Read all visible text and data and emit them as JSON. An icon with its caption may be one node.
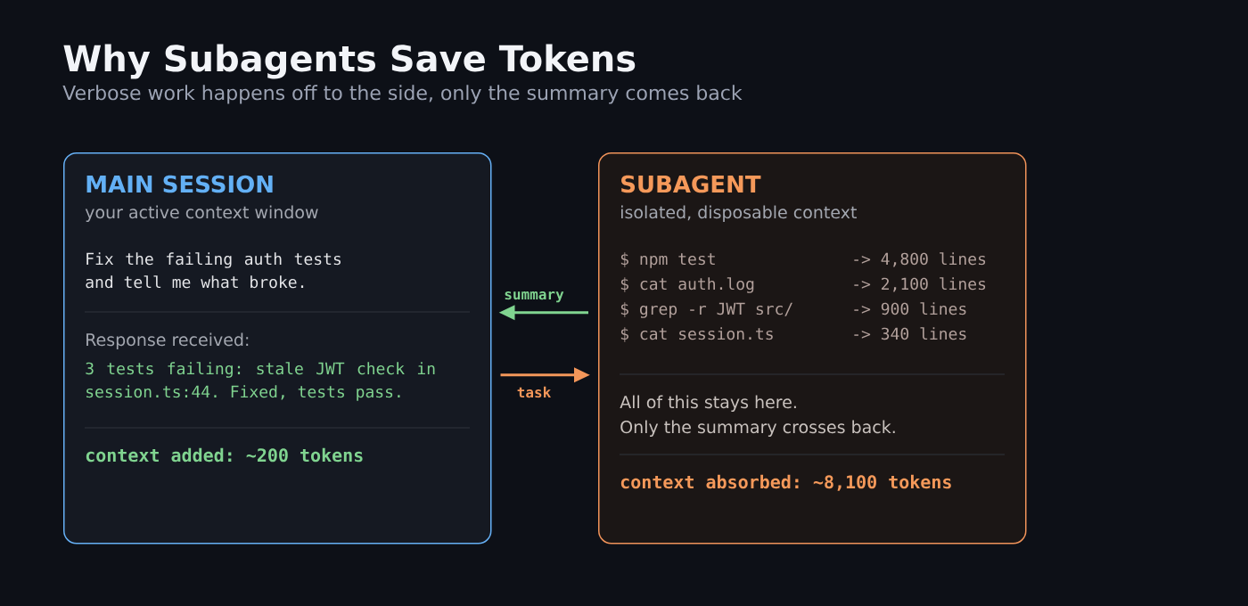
{
  "diagram": {
    "title": "Why Subagents Save Tokens",
    "nodes": [
      {
        "text": [
          "MAIN SESSION",
          "your active context window",
          "Fix the failing auth tests and tell me what broke.",
          "Response received:",
          "3 tests failing: stale JWT check in session.ts:44. Fixed, tests pass.",
          "context added: ~200 tokens"
        ]
      },
      {
        "text": [
          "SUBAGENT",
          "isolated, disposable context",
          "$ npm test",
          "-> 4,800 lines",
          "$ cat auth.log",
          "-> 2,100 lines",
          "$ grep -r JWT src/",
          "-> 900 lines",
          "$ cat session.ts",
          "-> 340 lines",
          "All of this stays here.",
          "Only the summary crosses back.",
          "context absorbed: ~8,100 tokens"
        ]
      }
    ],
    "edges": [
      {
        "from": 1,
        "to": 0,
        "arrow": "to",
        "label": "summary",
        "color": "#80d490"
      },
      {
        "from": 0,
        "to": 1,
        "arrow": "to",
        "label": "task",
        "color": "#f4975a"
      }
    ],
    "labels": [
      "Verbose work happens off to the side, only the summary comes back"
    ]
  }
}
